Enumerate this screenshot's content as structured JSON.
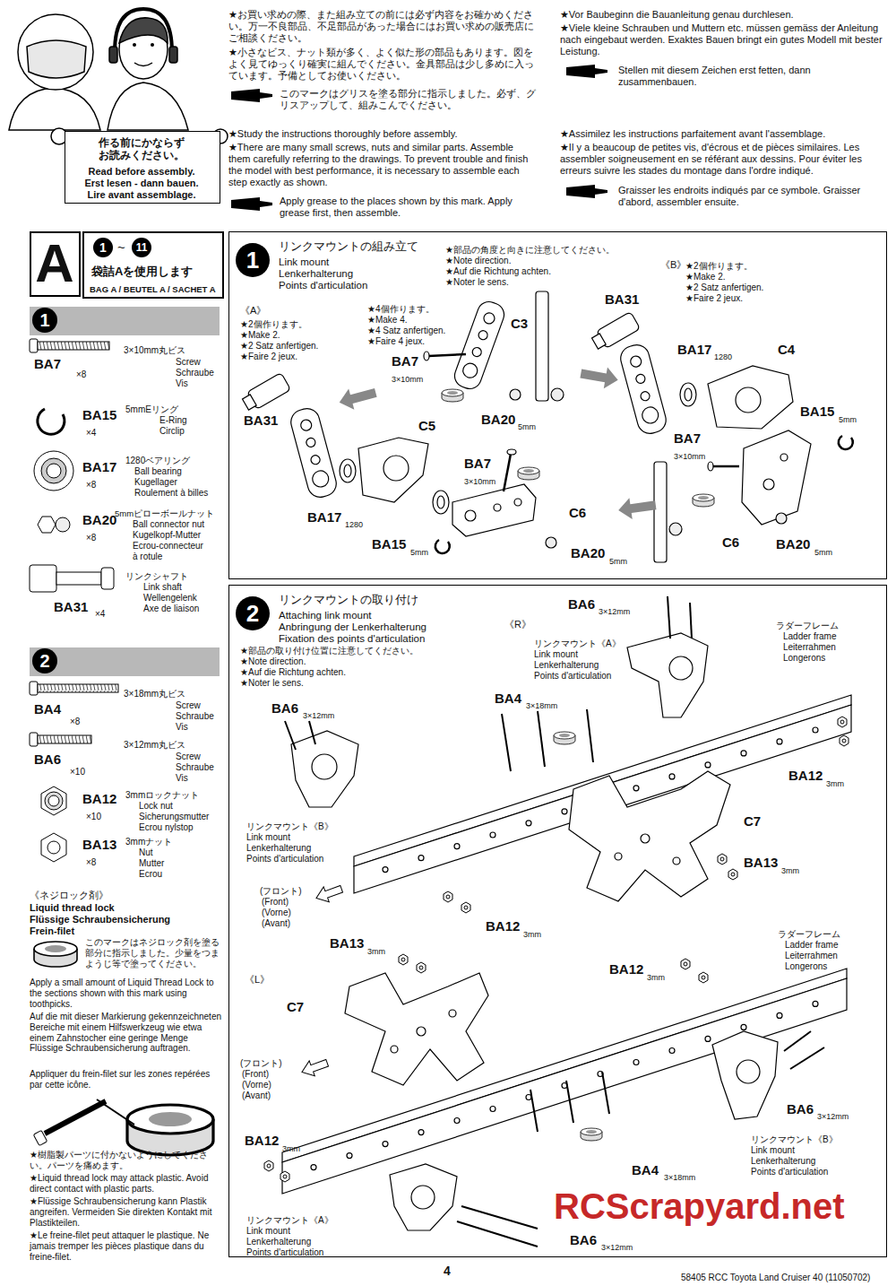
{
  "diagram": {
    "nodes": [
      {
        "text": [
          "作る前にかならず お読みください。",
          "Read before assembly.",
          "Erst lesen - dann bauen.",
          "Lire avant assemblage."
        ]
      },
      {
        "text": [
          "A"
        ]
      },
      {
        "text": [
          "1",
          "~",
          "11",
          "袋詰Aを使用します",
          "BAG A / BEUTEL A / SACHET A"
        ]
      },
      {
        "text": [
          "1"
        ]
      },
      {
        "text": [
          "1",
          "リンクマウントの組み立て",
          "Link mount",
          "Lenkerhalterung",
          "Points d'articulation"
        ]
      },
      {
        "text": [
          "2"
        ]
      },
      {
        "text": [
          "2",
          "リンクマウントの取り付け",
          "Attaching link mount",
          "Anbringung der Lenkerhalterung",
          "Fixation des points d'articulation"
        ]
      }
    ],
    "labels": [
      "★お買い求めの際、また組み立ての前には必ず内容をお確かめください。万一不良部品、不足部品があった場合にはお買い求めの販売店にご相談ください。",
      "★小さなビス、ナット類が多く、よく似た形の部品もあります。図をよく見てゆっくり確実に組んでください。金具部品は少し多めに入っています。予備としてお使いください。",
      "このマークはグリスを塗る部分に指示しました。必ず、グリスアップして、組みこんでください。",
      "★Study the instructions thoroughly before assembly.",
      "★There are many small screws, nuts and similar parts. Assemble them carefully referring to the drawings. To prevent trouble and finish the model with best performance, it is necessary to assemble each step exactly as shown.",
      "Apply grease to the places shown by this mark. Apply grease first, then assemble.",
      "★Vor Baubeginn die Bauanleitung genau durchlesen.",
      "★Viele kleine Schrauben und Muttern etc. müssen gemäss der Anleitung nach eingebaut werden. Exaktes Bauen bringt ein gutes Modell mit bester Leistung.",
      "Stellen mit diesem Zeichen erst fetten, dann zusammenbauen.",
      "★Assimilez les instructions parfaitement avant l'assemblage.",
      "★Il y a beaucoup de petites vis, d'écrous et de pièces similaires. Les assembler soigneusement en se référant aux dessins. Pour éviter les erreurs suivre les stades du montage dans l'ordre indiqué.",
      "Graisser les endroits indiqués par ce symbole. Graisser d'abord, assembler ensuite.",
      "BA7",
      "×8",
      "3×10mm丸ビス",
      "Screw",
      "Schraube",
      "Vis",
      "BA15",
      "×4",
      "5mmEリング",
      "E-Ring",
      "Circlip",
      "BA17",
      "×8",
      "1280ベアリング",
      "Ball bearing",
      "Kugellager",
      "Roulement à billes",
      "BA20",
      "×8",
      "5mmピローボールナット",
      "Ball connector nut",
      "Kugelkopf-Mutter",
      "Ecrou-connecteur",
      "à rotule",
      "BA31",
      "×4",
      "リンクシャフト",
      "Link shaft",
      "Wellengelenk",
      "Axe de liaison",
      "BA4",
      "×8",
      "3×18mm丸ビス",
      "Screw",
      "Schraube",
      "Vis",
      "BA6",
      "×10",
      "3×12mm丸ビス",
      "Screw",
      "Schraube",
      "Vis",
      "BA12",
      "×10",
      "3mmロックナット",
      "Lock nut",
      "Sicherungsmutter",
      "Ecrou nylstop",
      "BA13",
      "×8",
      "3mmナット",
      "Nut",
      "Mutter",
      "Ecrou",
      "《ネジロック剤》",
      "Liquid thread lock",
      "Flüssige Schraubensicherung",
      "Frein-filet",
      "このマークはネジロック剤を塗る部分に指示しました。少量をつまようじ等で塗ってください。",
      "Apply a small amount of Liquid Thread Lock to the sections shown with this mark using toothpicks.",
      "Auf die mit dieser Markierung gekennzeichneten Bereiche mit einem Hilfswerkzeug wie etwa einem Zahnstocher eine geringe Menge Flüssige Schraubensicherung auftragen.",
      "Appliquer du frein-filet sur les zones repérées par cette icône.",
      "★樹脂製パーツに付かないようにしてください。パーツを痛めます。",
      "★Liquid thread lock may attack plastic. Avoid direct contact with plastic parts.",
      "★Flüssige Schraubensicherung kann Plastik angreifen. Vermeiden Sie direkten Kontakt mit Plastikteilen.",
      "★Le freine-filet peut attaquer le plastique. Ne jamais tremper les pièces plastique dans du freine-filet.",
      "★部品の角度と向きに注意してください。",
      "★Note direction.",
      "★Auf die Richtung achten.",
      "★Noter le sens.",
      "《A》",
      "★2個作ります。",
      "★Make 2.",
      "★2 Satz anfertigen.",
      "★Faire 2 jeux.",
      "★4個作ります。",
      "★Make 4.",
      "★4 Satz anfertigen.",
      "★Faire 4 jeux.",
      "《B》",
      "★2個作ります。",
      "★Make 2.",
      "★2 Satz anfertigen.",
      "★Faire 2 jeux.",
      "BA31",
      "BA7",
      "3×10mm",
      "C3",
      "BA20",
      "5mm",
      "BA31",
      "C5",
      "BA17",
      "1280",
      "BA7",
      "3×10mm",
      "C6",
      "BA15",
      "5mm",
      "BA20",
      "5mm",
      "BA17",
      "1280",
      "C4",
      "BA15",
      "5mm",
      "BA7",
      "3×10mm",
      "C6",
      "BA20",
      "5mm",
      "★部品の取り付け位置に注意してください。",
      "★Note direction.",
      "★Auf die Richtung achten.",
      "★Noter le sens.",
      "BA6",
      "3×12mm",
      "《R》",
      "リンクマウント《A》",
      "Link mount",
      "Lenkerhalterung",
      "Points d'articulation",
      "ラダーフレーム",
      "Ladder frame",
      "Leiterrahmen",
      "Longerons",
      "BA4",
      "3×18mm",
      "BA6",
      "3×12mm",
      "BA12",
      "3mm",
      "C7",
      "BA13",
      "3mm",
      "リンクマウント《B》",
      "Link mount",
      "Lenkerhalterung",
      "Points d'articulation",
      "(フロント)",
      "(Front)",
      "(Vorne)",
      "(Avant)",
      "BA12",
      "3mm",
      "BA13",
      "3mm",
      "ラダーフレーム",
      "Ladder frame",
      "Leiterrahmen",
      "Longerons",
      "BA12",
      "3mm",
      "《L》",
      "C7",
      "(フロント)",
      "(Front)",
      "(Vorne)",
      "(Avant)",
      "BA12",
      "3mm",
      "BA6",
      "3×12mm",
      "リンクマウント《B》",
      "Link mount",
      "Lenkerhalterung",
      "Points d'articulation",
      "BA4",
      "3×18mm",
      "リンクマウント《A》",
      "Link mount",
      "Lenkerhalterung",
      "Points d'articulation",
      "BA6",
      "3×12mm",
      "4",
      "58405 RCC Toyota Land Cruiser 40 (11050702)",
      "RCScrapyard.net"
    ]
  }
}
